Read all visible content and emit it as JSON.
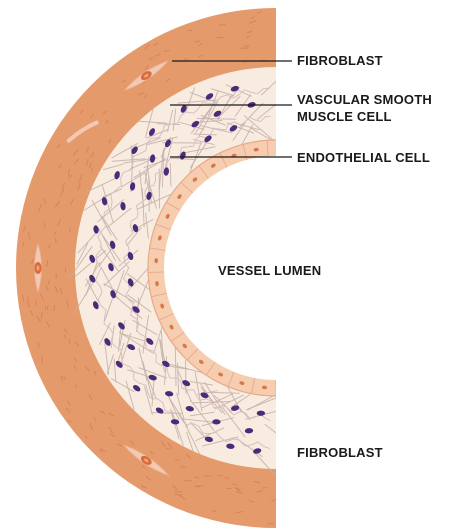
{
  "labels": {
    "fibroblast_top": "FIBROBLAST",
    "vsmc_line1": "VASCULAR SMOOTH",
    "vsmc_line2": "MUSCLE CELL",
    "endothelial": "ENDOTHELIAL CELL",
    "lumen": "VESSEL LUMEN",
    "fibroblast_bottom": "FIBROBLAST"
  },
  "colors": {
    "adventitia": "#e59a6c",
    "adventitia_texture": "#cf7b4e",
    "media": "#f8ece0",
    "vsmc_fiber": "#c4b0aa",
    "vsmc_nucleus": "#4b2a7a",
    "intima": "#f7cdb0",
    "endothelial_nucleus": "#d9764a",
    "fibroblast_body": "#f4c9b3",
    "fibroblast_nucleus": "#d96b3d",
    "leader_line": "#1a1a1a"
  }
}
